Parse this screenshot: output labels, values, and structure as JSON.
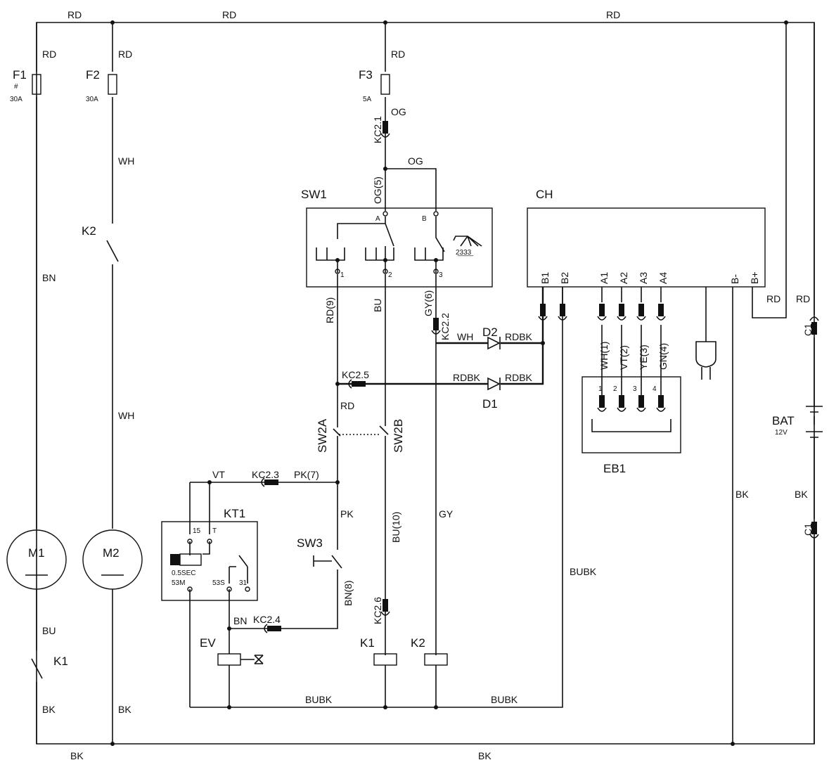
{
  "wire_labels": {
    "rd_top_left": "RD",
    "rd_top_mid": "RD",
    "rd_top_right": "RD",
    "rd_f1": "RD",
    "rd_f2": "RD",
    "rd_f3": "RD",
    "og_f3": "OG",
    "og_top": "OG",
    "og5": "OG(5)",
    "wh_k2_upper": "WH",
    "wh_k2_lower": "WH",
    "bn_m1": "BN",
    "bu_m1": "BU",
    "bk_m1": "BK",
    "bk_m2": "BK",
    "bk_bottom_left": "BK",
    "bk_bottom_mid": "BK",
    "rd9": "RD(9)",
    "bu_sw1": "BU",
    "gy6": "GY(6)",
    "wh_d2": "WH",
    "rdbk_d2": "RDBK",
    "rdbk_d1_left": "RDBK",
    "rdbk_d1_right": "RDBK",
    "rd_sw2a": "RD",
    "vt": "VT",
    "pk7": "PK(7)",
    "pk": "PK",
    "bu10": "BU(10)",
    "gy": "GY",
    "bn8": "BN(8)",
    "bn_ev": "BN",
    "bubk_left": "BUBK",
    "bubk_right": "BUBK",
    "bubk_vertical": "BUBK",
    "rd_bplus": "RD",
    "rd_c1": "RD",
    "bk_bminus": "BK",
    "bk_c1": "BK",
    "wh1": "WH(1)",
    "vt2": "VT(2)",
    "ye3": "YE(3)",
    "gn4": "GN(4)"
  },
  "components": {
    "f1": "F1",
    "f1_rating": "30A",
    "f1_mark": "#",
    "f2": "F2",
    "f2_rating": "30A",
    "f3": "F3",
    "f3_rating": "5A",
    "k2_top": "K2",
    "k1_left": "K1",
    "m1": "M1",
    "m2": "M2",
    "sw1": "SW1",
    "sw1_a": "A",
    "sw1_b": "B",
    "sw1_t1": "1",
    "sw1_t2": "2",
    "sw1_t3": "3",
    "sw1_pos": "2̲3̲3̲3̲",
    "ch": "CH",
    "b1": "B1",
    "b2": "B2",
    "a1": "A1",
    "a2": "A2",
    "a3": "A3",
    "a4": "A4",
    "bminus": "B-",
    "bplus": "B+",
    "kc21": "KC2.1",
    "kc22": "KC2.2",
    "kc23": "KC2.3",
    "kc24": "KC2.4",
    "kc25": "KC2.5",
    "kc26": "KC2.6",
    "d1": "D1",
    "d2": "D2",
    "sw2a": "SW2A",
    "sw2b": "SW2B",
    "sw3": "SW3",
    "kt1": "KT1",
    "kt1_15": "15",
    "kt1_t": "T",
    "kt1_time": "0.5SEC",
    "kt1_53m": "53M",
    "kt1_53s": "53S",
    "kt1_31": "31",
    "ev": "EV",
    "k1_coil": "K1",
    "k2_coil": "K2",
    "eb1": "EB1",
    "eb1_p1": "1",
    "eb1_p2": "2",
    "eb1_p3": "3",
    "eb1_p4": "4",
    "bat": "BAT",
    "bat_v": "12V",
    "c1_top": "C1",
    "c1_bottom": "C1"
  }
}
